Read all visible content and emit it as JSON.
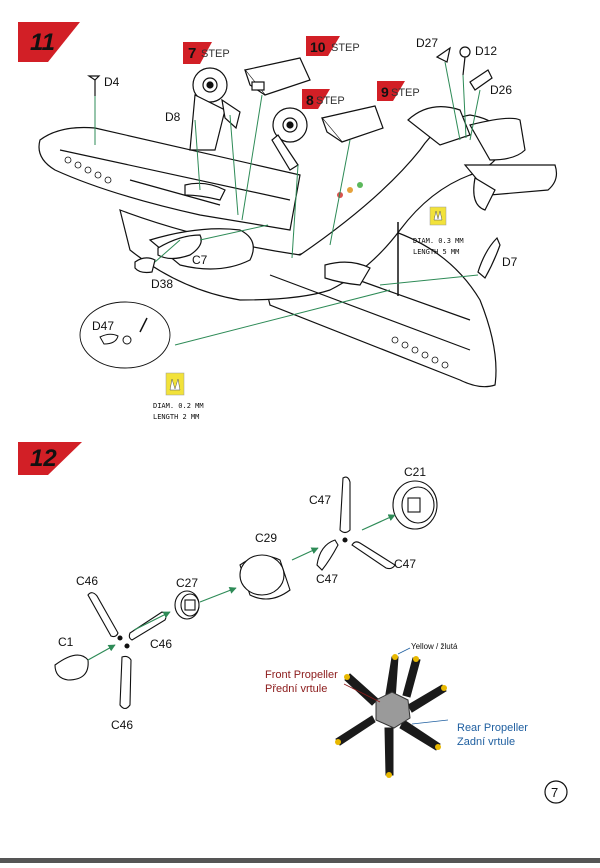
{
  "page_number": "7",
  "steps": {
    "step11": {
      "number": "11",
      "sub_steps": [
        {
          "num": "7",
          "word": "STEP"
        },
        {
          "num": "10",
          "word": "STEP"
        },
        {
          "num": "8",
          "word": "STEP"
        },
        {
          "num": "9",
          "word": "STEP"
        }
      ],
      "parts": [
        "D4",
        "D8",
        "D27",
        "D12",
        "D26",
        "C7",
        "D38",
        "D7",
        "D47"
      ],
      "notes": [
        {
          "line1": "DIAM. 0.3 MM",
          "line2": "LENGTH 5 MM"
        },
        {
          "line1": "DIAM. 0.2 MM",
          "line2": "LENGTH 2 MM"
        }
      ]
    },
    "step12": {
      "number": "12",
      "parts": [
        "C46",
        "C27",
        "C29",
        "C47",
        "C21",
        "C47",
        "C47",
        "C1",
        "C46",
        "C46"
      ],
      "propeller": {
        "color_note": "Yellow / žlutá",
        "front_en": "Front Propeller",
        "front_cz": "Přední vrtule",
        "rear_en": "Rear Propeller",
        "rear_cz": "Zadní vrtule"
      }
    }
  },
  "colors": {
    "step_flag": "#d21f26",
    "leader_green": "#2e8b57",
    "front_label": "#8b1a1a",
    "rear_label": "#1f5fa0",
    "tip_yellow": "#e8b800",
    "note_icon": "#f2e23a"
  }
}
